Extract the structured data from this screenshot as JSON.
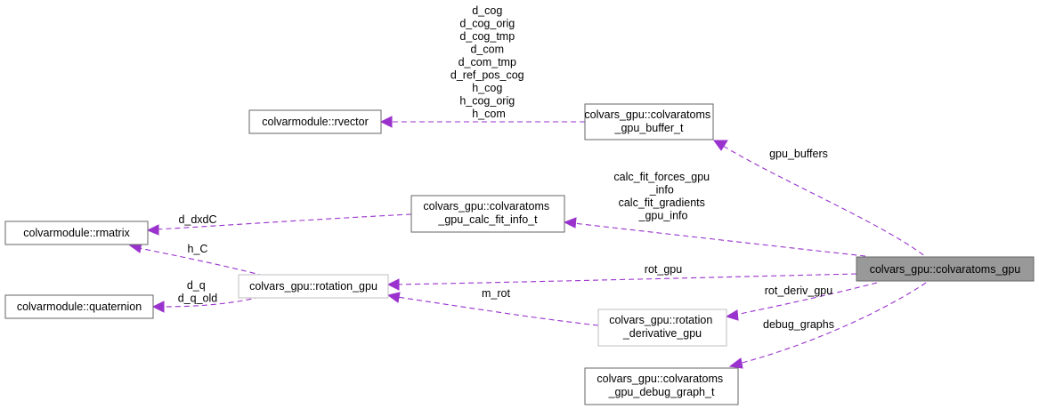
{
  "colors": {
    "edge": "#9a32cd",
    "node_border": "#666666",
    "node_border_light": "#bfbfbf",
    "focus_node_fill": "#999999"
  },
  "nodes": {
    "focus": {
      "lines": [
        "colvars_gpu::colvaratoms_gpu"
      ]
    },
    "rvector": {
      "lines": [
        "colvarmodule::rvector"
      ]
    },
    "rmatrix": {
      "lines": [
        "colvarmodule::rmatrix"
      ]
    },
    "quaternion": {
      "lines": [
        "colvarmodule::quaternion"
      ]
    },
    "gpu_buffer": {
      "lines": [
        "colvars_gpu::colvaratoms",
        "_gpu_buffer_t"
      ]
    },
    "calc_fit_info": {
      "lines": [
        "colvars_gpu::colvaratoms",
        "_gpu_calc_fit_info_t"
      ]
    },
    "rotation_gpu": {
      "lines": [
        "colvars_gpu::rotation_gpu"
      ]
    },
    "rotation_derivative": {
      "lines": [
        "colvars_gpu::rotation",
        "_derivative_gpu"
      ]
    },
    "debug_graph": {
      "lines": [
        "colvars_gpu::colvaratoms",
        "_gpu_debug_graph_t"
      ]
    }
  },
  "edges": {
    "gpu_buffers": {
      "label": [
        "gpu_buffers"
      ]
    },
    "calc_fit": {
      "label": [
        "calc_fit_forces_gpu",
        "_info",
        "calc_fit_gradients",
        "_gpu_info"
      ]
    },
    "rot_gpu": {
      "label": [
        "rot_gpu"
      ]
    },
    "rot_deriv_gpu": {
      "label": [
        "rot_deriv_gpu"
      ]
    },
    "debug_graphs": {
      "label": [
        "debug_graphs"
      ]
    },
    "rvector_members": {
      "label": [
        "d_cog",
        "d_cog_orig",
        "d_cog_tmp",
        "d_com",
        "d_com_tmp",
        "d_ref_pos_cog",
        "h_cog",
        "h_cog_orig",
        "h_com"
      ]
    },
    "d_dxdC": {
      "label": [
        "d_dxdC"
      ]
    },
    "h_C": {
      "label": [
        "h_C"
      ]
    },
    "d_q": {
      "label": [
        "d_q",
        "d_q_old"
      ]
    },
    "m_rot": {
      "label": [
        "m_rot"
      ]
    }
  }
}
